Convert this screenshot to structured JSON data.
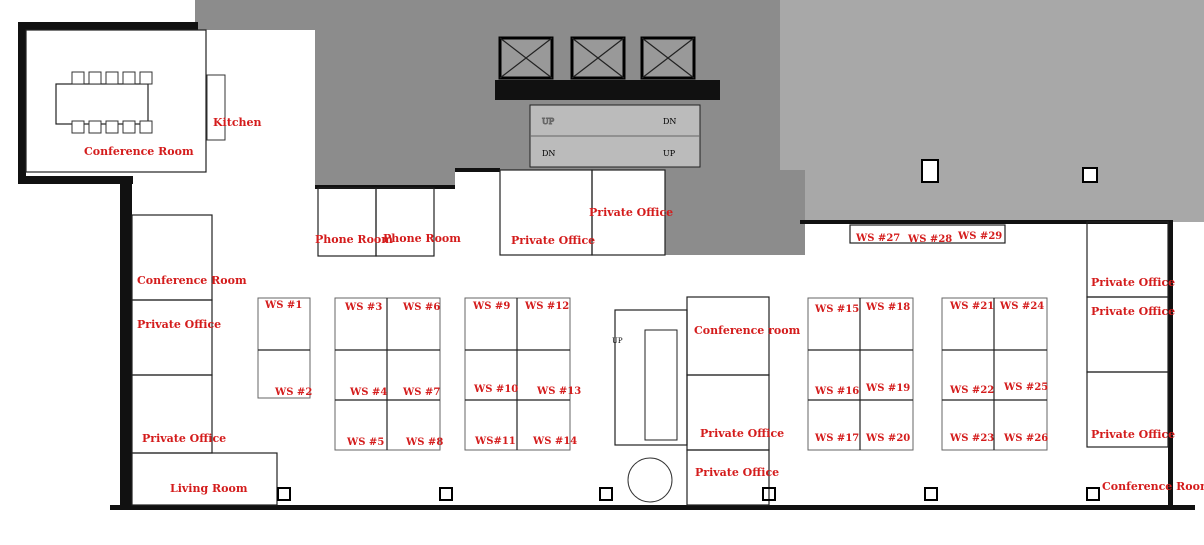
{
  "plan": {
    "rooms": {
      "conference_top_left": "Conference Room",
      "kitchen": "Kitchen",
      "conference_left": "Conference Room",
      "phone_room_1": "Phone Room",
      "phone_room_2": "Phone Room",
      "private_office_core_1": "Private Office",
      "private_office_core_2": "Private Office",
      "private_office_left_1": "Private Office",
      "private_office_left_2": "Private Office",
      "living_room": "Living Room",
      "conference_center": "Conference room",
      "private_office_center_1": "Private Office",
      "private_office_center_2": "Private Office",
      "private_office_right_1": "Private Office",
      "private_office_right_2": "Private Office",
      "private_office_right_3": "Private Office",
      "conference_right": "Conference Room"
    },
    "workstations": [
      "WS #1",
      "WS #2",
      "WS #3",
      "WS #4",
      "WS #5",
      "WS #6",
      "WS #7",
      "WS #8",
      "WS #9",
      "WS #10",
      "WS#11",
      "WS #12",
      "WS #13",
      "WS #14",
      "WS #15",
      "WS #16",
      "WS #17",
      "WS #18",
      "WS #19",
      "WS #20",
      "WS #21",
      "WS #22",
      "WS #23",
      "WS #24",
      "WS #25",
      "WS #26",
      "WS #27",
      "WS #28",
      "WS #29"
    ],
    "stairs": {
      "up_1": "UP",
      "dn_1": "DN",
      "dn_2": "DN",
      "up_2": "UP",
      "up_3": "UP"
    },
    "colors": {
      "label": "#d41c1c",
      "core": "#8c8c8c",
      "wall": "#111111"
    }
  }
}
